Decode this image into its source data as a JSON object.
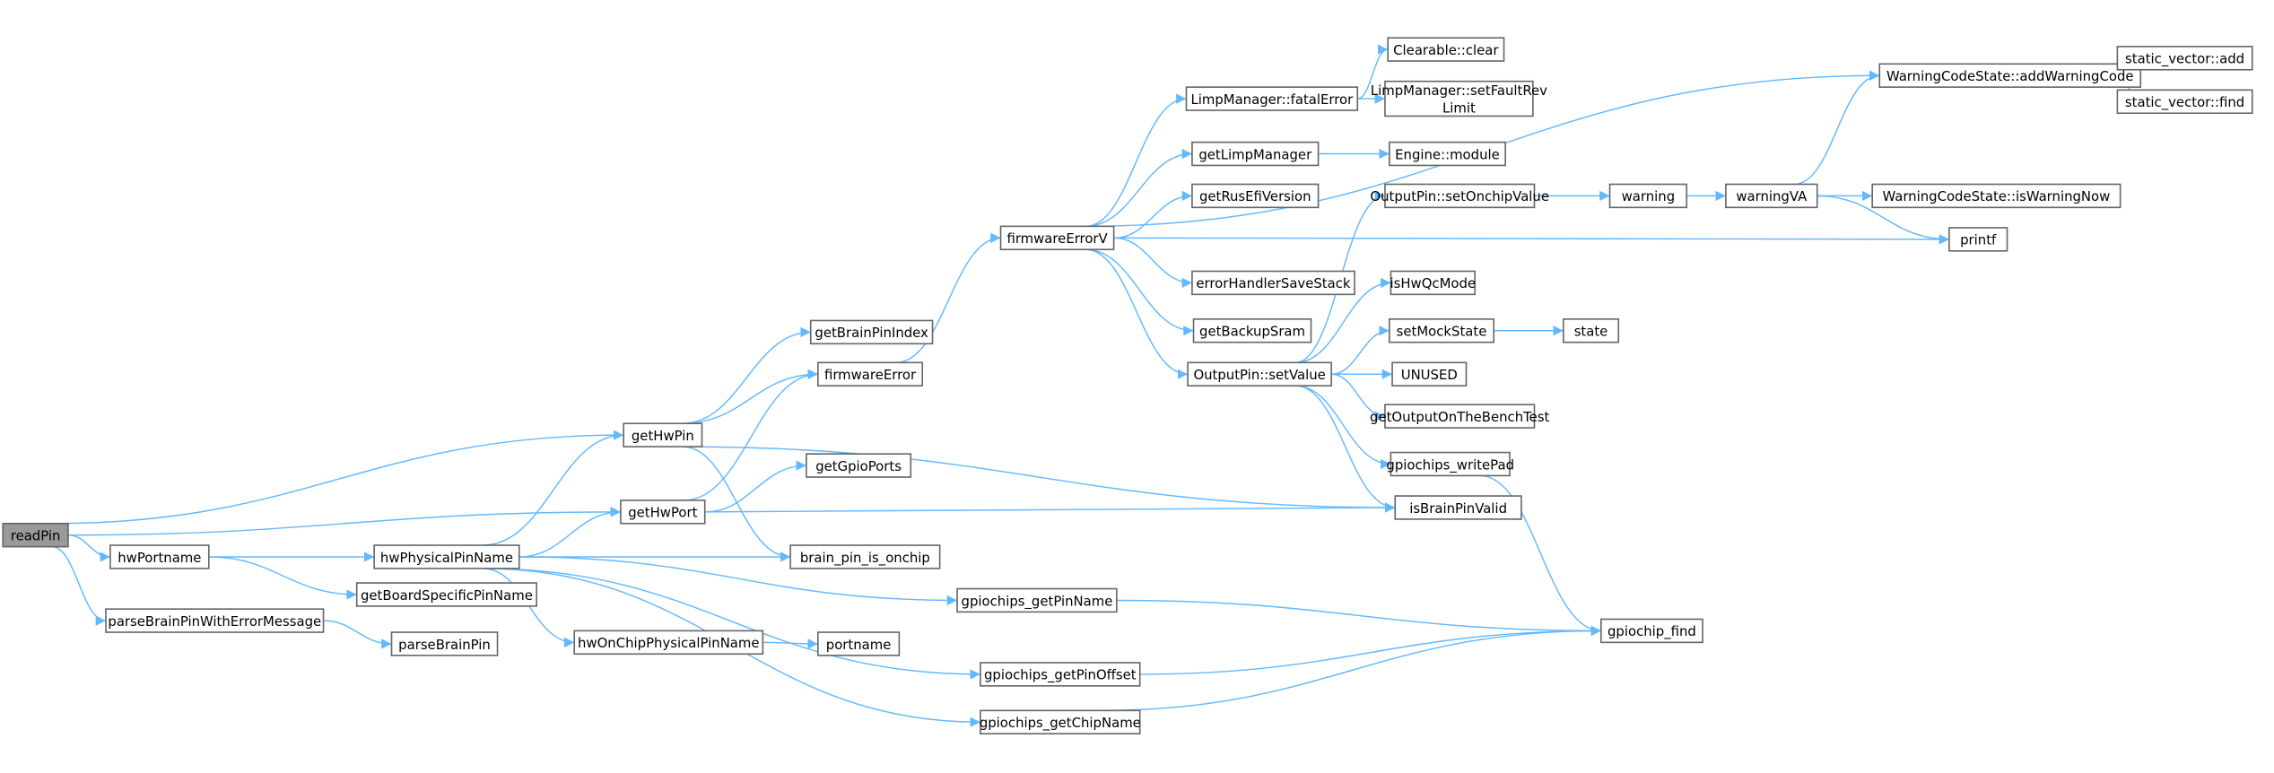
{
  "title": "readPin call graph",
  "colors": {
    "edge": "#63b8ff",
    "root_fill": "#999999",
    "node_border": "#666666"
  },
  "root": "readPin",
  "nodes": {
    "readPin": [
      "readPin"
    ],
    "getHwPin": [
      "getHwPin"
    ],
    "getHwPort": [
      "getHwPort"
    ],
    "hwPortname": [
      "hwPortname"
    ],
    "hwPhysicalPinName": [
      "hwPhysicalPinName"
    ],
    "getBoardSpecificPinName": [
      "getBoardSpecificPinName"
    ],
    "parseBrainPinWithErrorMessage": [
      "parseBrainPinWithErrorMessage"
    ],
    "parseBrainPin": [
      "parseBrainPin"
    ],
    "hwOnChipPhysicalPinName": [
      "hwOnChipPhysicalPinName"
    ],
    "getBrainPinIndex": [
      "getBrainPinIndex"
    ],
    "firmwareError": [
      "firmwareError"
    ],
    "getGpioPorts": [
      "getGpioPorts"
    ],
    "brain_pin_is_onchip": [
      "brain_pin_is_onchip"
    ],
    "gpiochips_getPinName": [
      "gpiochips_getPinName"
    ],
    "portname": [
      "portname"
    ],
    "gpiochips_getPinOffset": [
      "gpiochips_getPinOffset"
    ],
    "gpiochips_getChipName": [
      "gpiochips_getChipName"
    ],
    "firmwareErrorV": [
      "firmwareErrorV"
    ],
    "fatalError": [
      "LimpManager::fatalError"
    ],
    "getLimpManager": [
      "getLimpManager"
    ],
    "getRusEfiVersion": [
      "getRusEfiVersion"
    ],
    "errorHandlerSaveStack": [
      "errorHandlerSaveStack"
    ],
    "getBackupSram": [
      "getBackupSram"
    ],
    "setValue": [
      "OutputPin::setValue"
    ],
    "clear": [
      "Clearable::clear"
    ],
    "setFaultRevLimit": [
      "LimpManager::setFaultRev",
      "Limit"
    ],
    "engineModule": [
      "Engine::module"
    ],
    "setOnchipValue": [
      "OutputPin::setOnchipValue"
    ],
    "isHwQcMode": [
      "isHwQcMode"
    ],
    "setMockState": [
      "setMockState"
    ],
    "UNUSED": [
      "UNUSED"
    ],
    "getOutputOnTheBenchTest": [
      "getOutputOnTheBenchTest"
    ],
    "gpiochips_writePad": [
      "gpiochips_writePad"
    ],
    "isBrainPinValid": [
      "isBrainPinValid"
    ],
    "state": [
      "state"
    ],
    "warning": [
      "warning"
    ],
    "warningVA": [
      "warningVA"
    ],
    "isWarningNow": [
      "WarningCodeState::isWarningNow"
    ],
    "printf": [
      "printf"
    ],
    "addWarningCode": [
      "WarningCodeState::addWarningCode"
    ],
    "svAdd": [
      "static_vector::add"
    ],
    "svFind": [
      "static_vector::find"
    ],
    "gpiochip_find": [
      "gpiochip_find"
    ]
  },
  "edges": [
    [
      "readPin",
      "getHwPin"
    ],
    [
      "readPin",
      "getHwPort"
    ],
    [
      "readPin",
      "hwPortname"
    ],
    [
      "readPin",
      "parseBrainPinWithErrorMessage"
    ],
    [
      "hwPortname",
      "hwPhysicalPinName"
    ],
    [
      "hwPortname",
      "getBoardSpecificPinName"
    ],
    [
      "hwPhysicalPinName",
      "getHwPin"
    ],
    [
      "hwPhysicalPinName",
      "getHwPort"
    ],
    [
      "hwPhysicalPinName",
      "brain_pin_is_onchip"
    ],
    [
      "hwPhysicalPinName",
      "gpiochips_getPinName"
    ],
    [
      "hwPhysicalPinName",
      "hwOnChipPhysicalPinName"
    ],
    [
      "hwPhysicalPinName",
      "gpiochips_getPinOffset"
    ],
    [
      "hwPhysicalPinName",
      "gpiochips_getChipName"
    ],
    [
      "parseBrainPinWithErrorMessage",
      "parseBrainPin"
    ],
    [
      "getHwPin",
      "getBrainPinIndex"
    ],
    [
      "getHwPin",
      "firmwareError"
    ],
    [
      "getHwPin",
      "isBrainPinValid"
    ],
    [
      "getHwPin",
      "brain_pin_is_onchip"
    ],
    [
      "getHwPort",
      "firmwareError"
    ],
    [
      "getHwPort",
      "getGpioPorts"
    ],
    [
      "getHwPort",
      "isBrainPinValid"
    ],
    [
      "firmwareError",
      "firmwareErrorV"
    ],
    [
      "hwOnChipPhysicalPinName",
      "portname"
    ],
    [
      "gpiochips_getPinName",
      "gpiochip_find"
    ],
    [
      "gpiochips_getPinOffset",
      "gpiochip_find"
    ],
    [
      "gpiochips_getChipName",
      "gpiochip_find"
    ],
    [
      "firmwareErrorV",
      "addWarningCode"
    ],
    [
      "firmwareErrorV",
      "fatalError"
    ],
    [
      "firmwareErrorV",
      "getLimpManager"
    ],
    [
      "firmwareErrorV",
      "getRusEfiVersion"
    ],
    [
      "firmwareErrorV",
      "printf"
    ],
    [
      "firmwareErrorV",
      "errorHandlerSaveStack"
    ],
    [
      "firmwareErrorV",
      "getBackupSram"
    ],
    [
      "firmwareErrorV",
      "setValue"
    ],
    [
      "fatalError",
      "clear"
    ],
    [
      "fatalError",
      "setFaultRevLimit"
    ],
    [
      "getLimpManager",
      "engineModule"
    ],
    [
      "setValue",
      "setOnchipValue"
    ],
    [
      "setValue",
      "isHwQcMode"
    ],
    [
      "setValue",
      "setMockState"
    ],
    [
      "setValue",
      "UNUSED"
    ],
    [
      "setValue",
      "getOutputOnTheBenchTest"
    ],
    [
      "setValue",
      "gpiochips_writePad"
    ],
    [
      "setValue",
      "isBrainPinValid"
    ],
    [
      "setOnchipValue",
      "warning"
    ],
    [
      "warning",
      "warningVA"
    ],
    [
      "warningVA",
      "addWarningCode"
    ],
    [
      "warningVA",
      "isWarningNow"
    ],
    [
      "warningVA",
      "printf"
    ],
    [
      "setMockState",
      "state"
    ],
    [
      "gpiochips_writePad",
      "gpiochip_find"
    ],
    [
      "addWarningCode",
      "svAdd"
    ],
    [
      "addWarningCode",
      "svFind"
    ]
  ]
}
